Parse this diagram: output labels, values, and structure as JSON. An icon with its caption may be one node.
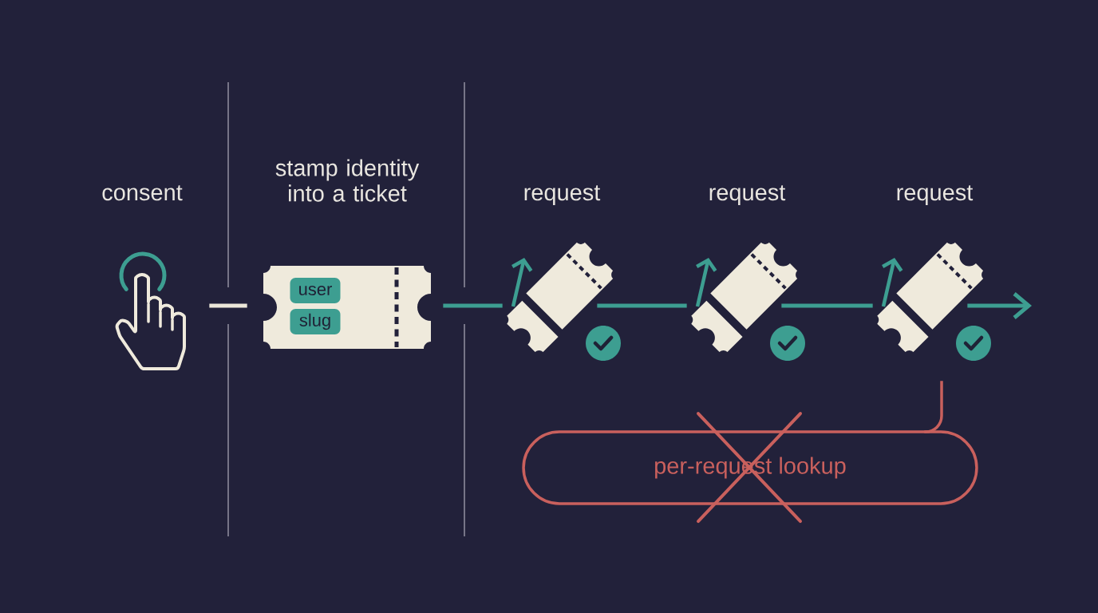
{
  "diagram": {
    "nodes": [
      {
        "text": [
          "consent"
        ]
      },
      {
        "text": [
          "stamp identity into a ticket"
        ]
      },
      {
        "text": [
          "user"
        ],
        "in": 1
      },
      {
        "text": [
          "slug"
        ],
        "in": 1
      },
      {
        "text": [
          "request"
        ]
      },
      {
        "text": [
          "request"
        ]
      },
      {
        "text": [
          "request"
        ]
      },
      {
        "text": [
          "per-request lookup"
        ]
      }
    ],
    "edges": [
      {
        "from": 0,
        "to": 1,
        "arrow": "none",
        "color": "#ece7d9"
      },
      {
        "from": 1,
        "to": 4,
        "arrow": "none"
      },
      {
        "from": 4,
        "to": 5,
        "arrow": "none"
      },
      {
        "from": 5,
        "to": 6,
        "arrow": "none"
      },
      {
        "from": 6,
        "to": null,
        "arrow": "to"
      },
      {
        "from": 6,
        "to": 7,
        "arrow": "none",
        "color": "#c9605d"
      }
    ]
  }
}
